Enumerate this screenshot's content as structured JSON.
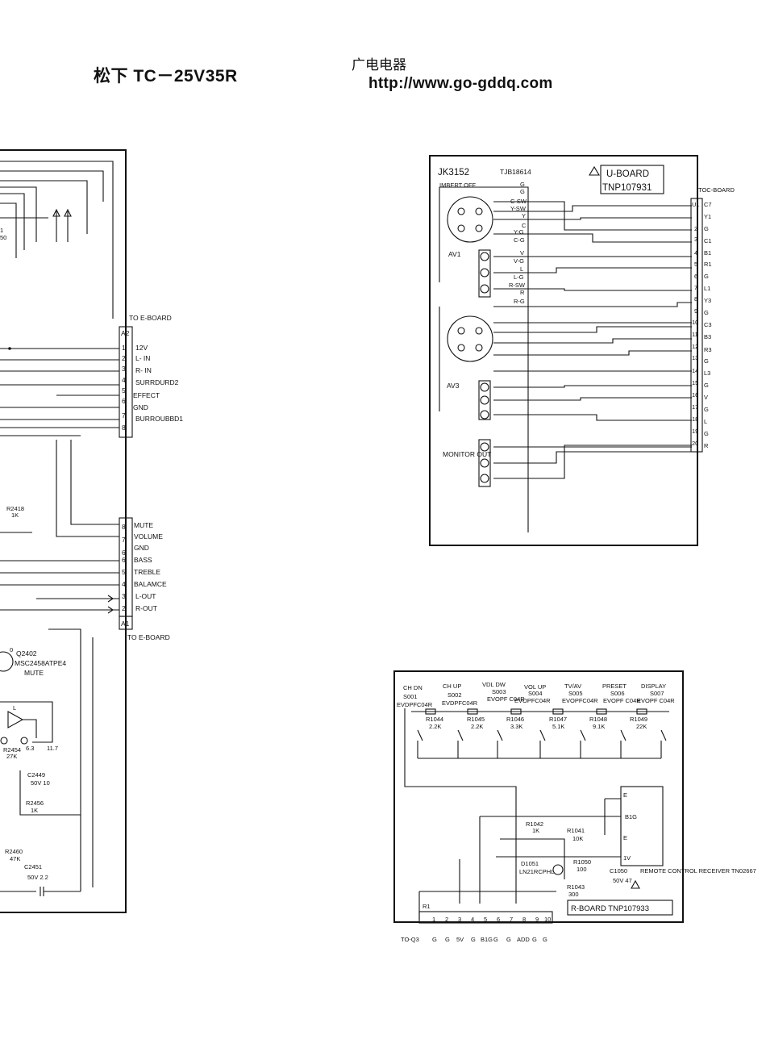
{
  "header": {
    "title": "松下 TC－25V35R",
    "site_cn": "广电电器",
    "site_url": "http://www.go-gddq.com"
  },
  "left_board": {
    "connector_a2": {
      "heading": "TO  E-BOARD",
      "ref": "A2",
      "pins": [
        {
          "num": "1",
          "label": "12V"
        },
        {
          "num": "2",
          "label": "L- IN"
        },
        {
          "num": "3",
          "label": "R- IN"
        },
        {
          "num": "4",
          "label": "SURRDURD2"
        },
        {
          "num": "5",
          "label": "EFFECT"
        },
        {
          "num": "6",
          "label": "GND"
        },
        {
          "num": "7",
          "label": "BURROUBBD1"
        },
        {
          "num": "8",
          "label": ""
        }
      ]
    },
    "connector_a1": {
      "heading": "TO  E-BOARD",
      "ref": "A1",
      "pins": [
        {
          "num": "8",
          "label": "MUTE"
        },
        {
          "num": "7",
          "label": "VOLUME"
        },
        {
          "num": "6",
          "label": "GND"
        },
        {
          "num": "6",
          "label": "BASS"
        },
        {
          "num": "5",
          "label": "TREBLE"
        },
        {
          "num": "4",
          "label": "BALAMCE"
        },
        {
          "num": "3",
          "label": "L-OUT"
        },
        {
          "num": "2",
          "label": "R-OUT"
        }
      ]
    },
    "parts": [
      {
        "ref": "R2418",
        "value": "1K"
      },
      {
        "ref": "Q2402",
        "value": "MSC2458ATPE4"
      },
      {
        "ref": "",
        "value": "MUTE"
      },
      {
        "ref": "R2454",
        "value": "27K"
      },
      {
        "ref": "C2449",
        "value": "50V 10"
      },
      {
        "ref": "R2456",
        "value": "1K"
      },
      {
        "ref": "R2460",
        "value": "47K"
      },
      {
        "ref": "C2451",
        "value": "50V 2.2"
      }
    ],
    "misc_text": [
      "1",
      "50",
      "6.3",
      "11.7",
      "L",
      "0"
    ]
  },
  "u_board": {
    "jack": "JK3152",
    "part_no": "TJB18614",
    "board": "U-BOARD",
    "board_no": "TNP107931",
    "switch_label": "IMBERT  OFF",
    "av1_label": "AV1",
    "av3_label": "AV3",
    "monitor_label": "MONITOR OUT",
    "inner_labels": [
      "G",
      "G",
      "C-SW",
      "Y-SW",
      "Y",
      "C",
      "Y-G",
      "C-G",
      "V",
      "V-G",
      "L",
      "L-G",
      "R-SW",
      "R",
      "R-G"
    ],
    "toc_connector": "TOC-BOARD",
    "toc_ref": "U1",
    "toc_pins": [
      {
        "num": "1",
        "label": "C7"
      },
      {
        "num": "",
        "label": "Y1"
      },
      {
        "num": "2",
        "label": "G"
      },
      {
        "num": "3",
        "label": "C1"
      },
      {
        "num": "4",
        "label": "B1"
      },
      {
        "num": "5",
        "label": "R1"
      },
      {
        "num": "6",
        "label": "G"
      },
      {
        "num": "7",
        "label": "L1"
      },
      {
        "num": "8",
        "label": "Y3"
      },
      {
        "num": "9",
        "label": "G"
      },
      {
        "num": "10",
        "label": "C3"
      },
      {
        "num": "11",
        "label": "B3"
      },
      {
        "num": "12",
        "label": "R3"
      },
      {
        "num": "13",
        "label": "G"
      },
      {
        "num": "14",
        "label": "L3"
      },
      {
        "num": "15",
        "label": "G"
      },
      {
        "num": "16",
        "label": "V"
      },
      {
        "num": "17",
        "label": "G"
      },
      {
        "num": "18",
        "label": "L"
      },
      {
        "num": "19",
        "label": "G"
      },
      {
        "num": "20",
        "label": "R"
      }
    ]
  },
  "r_board": {
    "board_label": "R-BOARD TNP107933",
    "switches": [
      {
        "name": "CH DN",
        "ref": "S001",
        "part": "EVDPFC04R",
        "res": "R1044",
        "value": "2.2K"
      },
      {
        "name": "CH UP",
        "ref": "S002",
        "part": "EVDPFC04R",
        "res": "R1045",
        "value": "2.2K"
      },
      {
        "name": "VDL DW",
        "ref": "S003",
        "part": "EVOPF C04R",
        "res": "R1046",
        "value": "3.3K"
      },
      {
        "name": "VOL UP",
        "ref": "S004",
        "part": "EVOPFC04R",
        "res": "R1047",
        "value": "5.1K"
      },
      {
        "name": "TV/AV",
        "ref": "S005",
        "part": "EVOPFC04R",
        "res": "R1048",
        "value": "9.1K"
      },
      {
        "name": "PRESET",
        "ref": "S006",
        "part": "EVOPF C04R",
        "res": "R1049",
        "value": "22K"
      },
      {
        "name": "DISPLAY",
        "ref": "S007",
        "part": "EVOPF C04R",
        "res": "",
        "value": ""
      }
    ],
    "parts": [
      {
        "ref": "R1042",
        "value": "1K"
      },
      {
        "ref": "R1041",
        "value": "10K"
      },
      {
        "ref": "D1051",
        "value": "LN21RCPHL"
      },
      {
        "ref": "R1050",
        "value": "100"
      },
      {
        "ref": "C1050",
        "value": "50V 47"
      },
      {
        "ref": "R1043",
        "value": "300"
      }
    ],
    "receiver": [
      "E",
      "B1G",
      "E",
      "1V"
    ],
    "receiver_label": "REMOTE CONTROL RECEIVER TN02667",
    "connector_ref": "R1",
    "connector_to": "TO-Q3",
    "connector_pins": [
      "1",
      "2",
      "3",
      "4",
      "5",
      "6",
      "7",
      "8",
      "9",
      "10"
    ],
    "connector_labels": [
      "G",
      "G",
      "5V",
      "G",
      "B1G",
      "G",
      "G",
      "ADD",
      "G",
      "G"
    ]
  }
}
